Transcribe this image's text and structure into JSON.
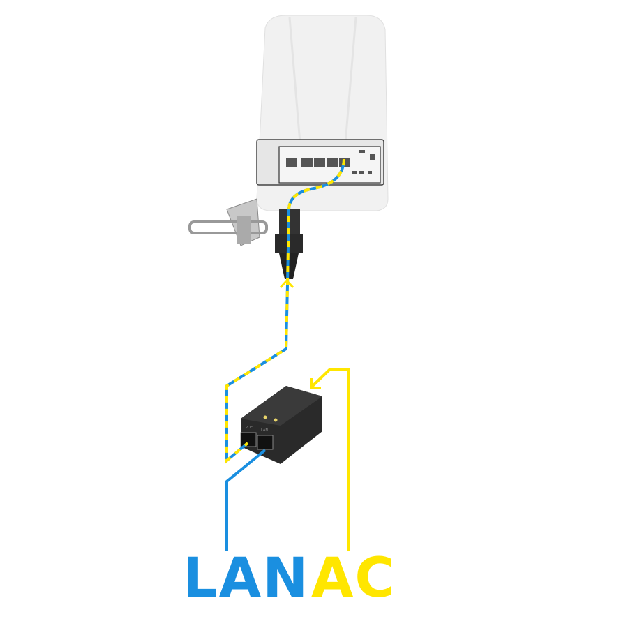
{
  "labels": {
    "lan": "LAN",
    "ac": "AC"
  },
  "injector": {
    "port_poe": "POE",
    "port_lan": "LAN"
  },
  "colors": {
    "blue": "#1a8fe0",
    "yellow": "#ffe600",
    "device_body": "#f2f2f2",
    "injector": "#2a2a2a"
  }
}
